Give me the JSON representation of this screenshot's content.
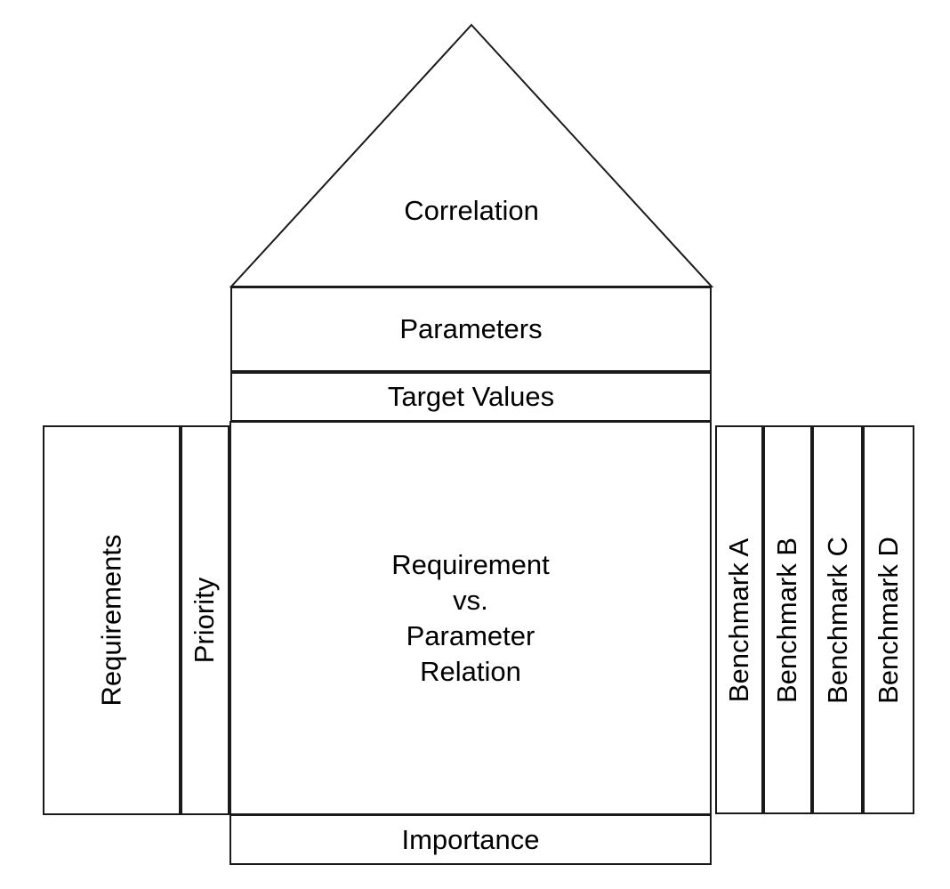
{
  "colors": {
    "line": "#1a1a1a",
    "background": "#ffffff",
    "text": "#000000"
  },
  "diagram": {
    "roof": {
      "label": "Correlation"
    },
    "header": {
      "parameters_label": "Parameters",
      "target_values_label": "Target Values"
    },
    "left_wing": {
      "requirements_label": "Requirements",
      "priority_label": "Priority"
    },
    "matrix": {
      "label_lines": [
        "Requirement",
        "vs.",
        "Parameter",
        "Relation"
      ]
    },
    "benchmarks": [
      "Benchmark A",
      "Benchmark B",
      "Benchmark C",
      "Benchmark D"
    ],
    "footer": {
      "importance_label": "Importance"
    }
  }
}
